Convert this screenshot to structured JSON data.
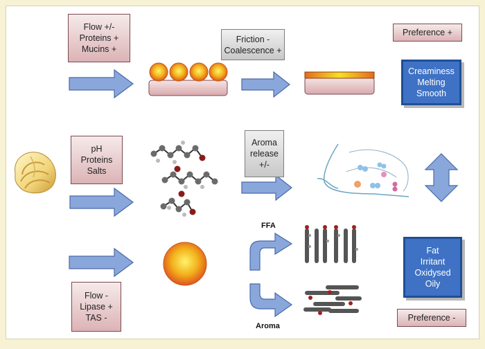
{
  "boxes": {
    "flow_proteins_mucins": [
      "Flow +/-",
      "Proteins +",
      "Mucins +"
    ],
    "friction_coalescence": [
      "Friction -",
      "Coalescence +"
    ],
    "preference_plus": [
      "Preference +"
    ],
    "creaminess": [
      "Creaminess",
      "Melting",
      "Smooth"
    ],
    "ph_proteins_salts": [
      "pH",
      "Proteins",
      "Salts"
    ],
    "aroma_release": [
      "Aroma",
      "release",
      "+/-"
    ],
    "flow_lipase_tas": [
      "Flow -",
      "Lipase +",
      "TAS -"
    ],
    "fat_irritant": [
      "Fat",
      "Irritant",
      "Oxidysed",
      "Oily"
    ],
    "preference_minus": [
      "Preference -"
    ]
  },
  "labels": {
    "ffa": "FFA",
    "aroma": "Aroma"
  },
  "colors": {
    "arrow_fill": "#8aa7dc",
    "arrow_stroke": "#4a69a8",
    "blue_box": "#3f72c4",
    "pink_box": "#dcb3b6",
    "background": "#f7f2d3"
  }
}
